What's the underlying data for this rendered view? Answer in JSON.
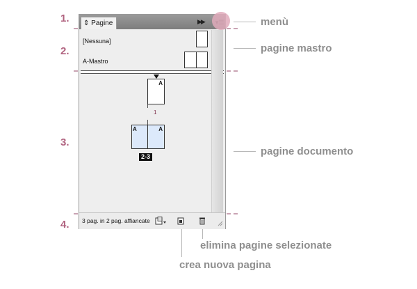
{
  "steps": [
    "1.",
    "2.",
    "3.",
    "4."
  ],
  "callouts": {
    "menu": "menù",
    "master_pages": "pagine mastro",
    "document_pages": "pagine documento",
    "delete_pages": "elimina pagine selezionate",
    "new_page": "crea nuova pagina"
  },
  "panel": {
    "tab_label": "Pagine",
    "masters": [
      {
        "label": "[Nessuna]"
      },
      {
        "label": "A-Mastro"
      }
    ],
    "pages": {
      "single_letter": "A",
      "single_number": "1",
      "spread_left_letter": "A",
      "spread_right_letter": "A",
      "spread_number": "2-3"
    },
    "status": "3 pag. in 2 pag. affiancate"
  },
  "icons": {
    "tab_toggle": "updown-arrows-icon",
    "collapse": "double-chevron-right-icon",
    "menu": "panel-menu-icon",
    "edit_page_size": "page-size-icon",
    "new_page": "new-page-icon",
    "delete": "trash-icon",
    "resize": "resize-grip-icon"
  }
}
